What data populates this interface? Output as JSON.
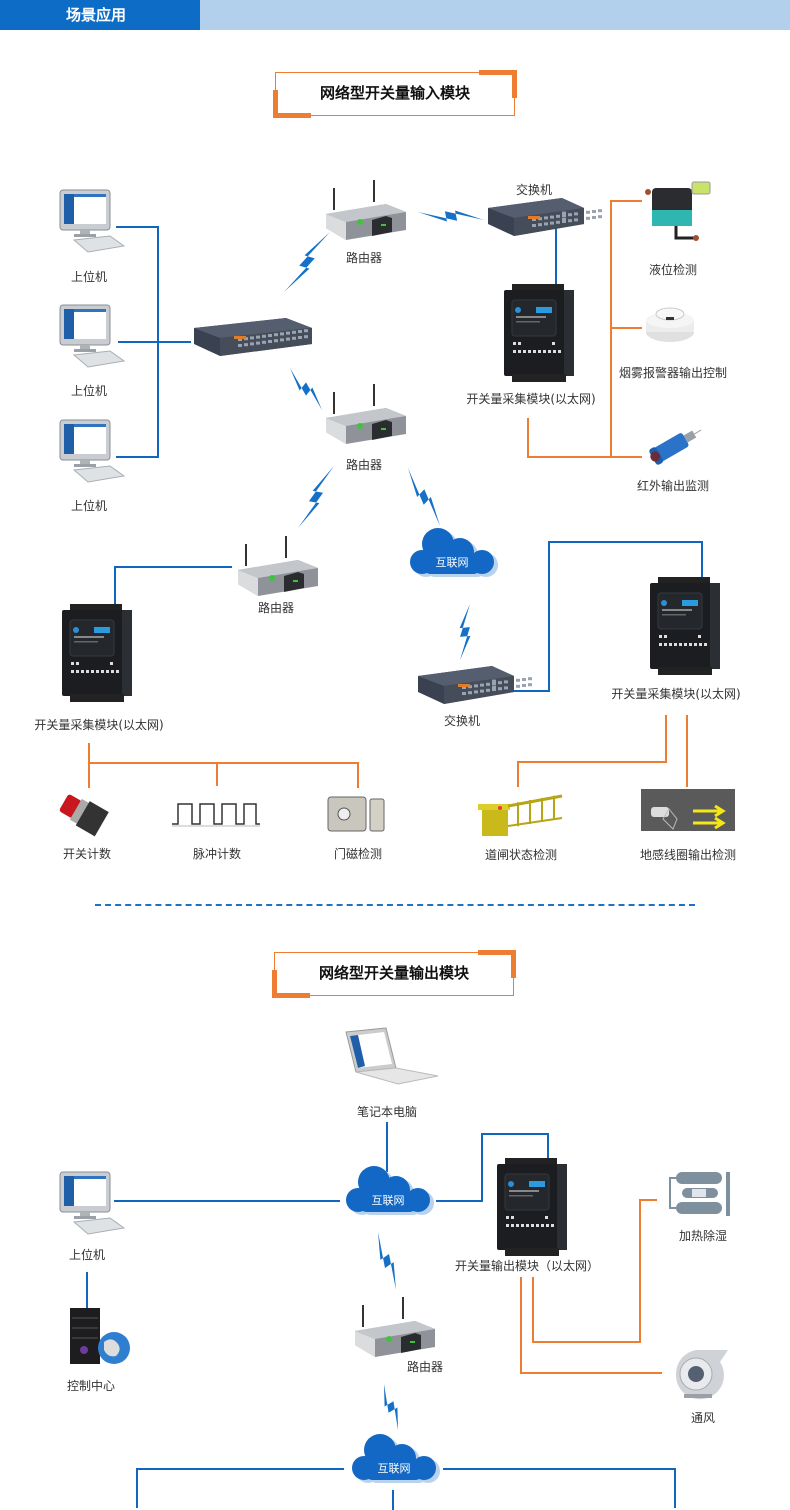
{
  "header": {
    "tab_label": "场景应用"
  },
  "section_input": {
    "title": "网络型开关量输入模块",
    "labels": {
      "pc1": "上位机",
      "pc2": "上位机",
      "pc3": "上位机",
      "router_top": "路由器",
      "switch_top": "交换机",
      "router_mid": "路由器",
      "router_left": "路由器",
      "cloud": "互联网",
      "switch_bottom": "交换机",
      "module_top": "开关量采集模块(以太网)",
      "module_left": "开关量采集模块(以太网)",
      "module_right": "开关量采集模块(以太网)",
      "liquid": "液位检测",
      "smoke": "烟雾报警器输出控制",
      "infrared": "红外输出监测",
      "switch_count": "开关计数",
      "pulse_count": "脉冲计数",
      "door": "门磁检测",
      "barrier": "道闸状态检测",
      "loop": "地感线圈输出检测"
    }
  },
  "section_output": {
    "title": "网络型开关量输出模块",
    "labels": {
      "laptop": "笔记本电脑",
      "pc": "上位机",
      "control": "控制中心",
      "cloud1": "互联网",
      "cloud2": "互联网",
      "router": "路由器",
      "module": "开关量输出模块（以太网）",
      "heat": "加热除湿",
      "fan": "通风"
    }
  },
  "colors": {
    "blue": "#1166c0",
    "orange": "#ed7d31",
    "header_blue": "#0d6cc6",
    "header_light": "#b2d0ec"
  }
}
